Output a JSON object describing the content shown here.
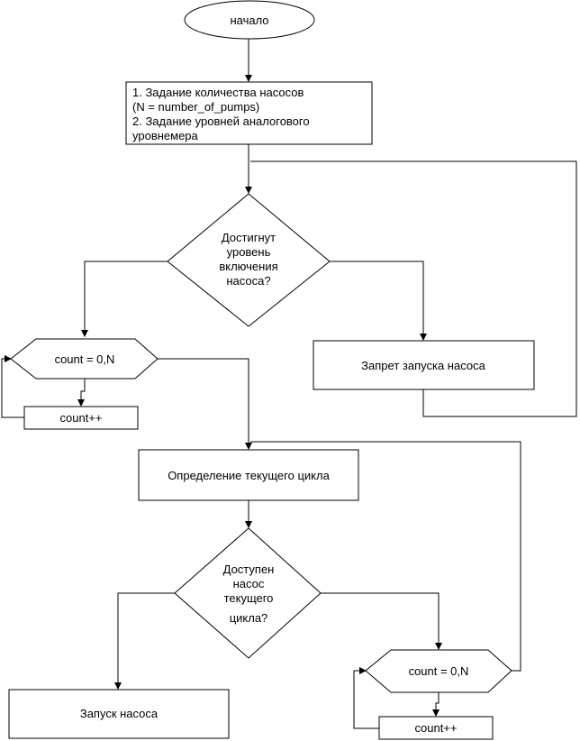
{
  "flowchart": {
    "start": "начало",
    "setup_lines": [
      "1. Задание количества насосов",
      "(N = number_of_pumps)",
      "2. Задание уровней аналогового",
      "уровнемера"
    ],
    "decision_level_lines": [
      "Достигнут",
      "уровень",
      "включения",
      "насоса?"
    ],
    "loop1_label": "count = 0,N",
    "loop1_increment": "count++",
    "forbid_start": "Запрет запуска насоса",
    "determine_cycle": "Определение текущего цикла",
    "decision_pump_lines": [
      "Доступен",
      "насос",
      "текущего",
      "цикла?"
    ],
    "start_pump": "Запуск насоса",
    "loop2_label": "count = 0,N",
    "loop2_increment": "count++"
  }
}
